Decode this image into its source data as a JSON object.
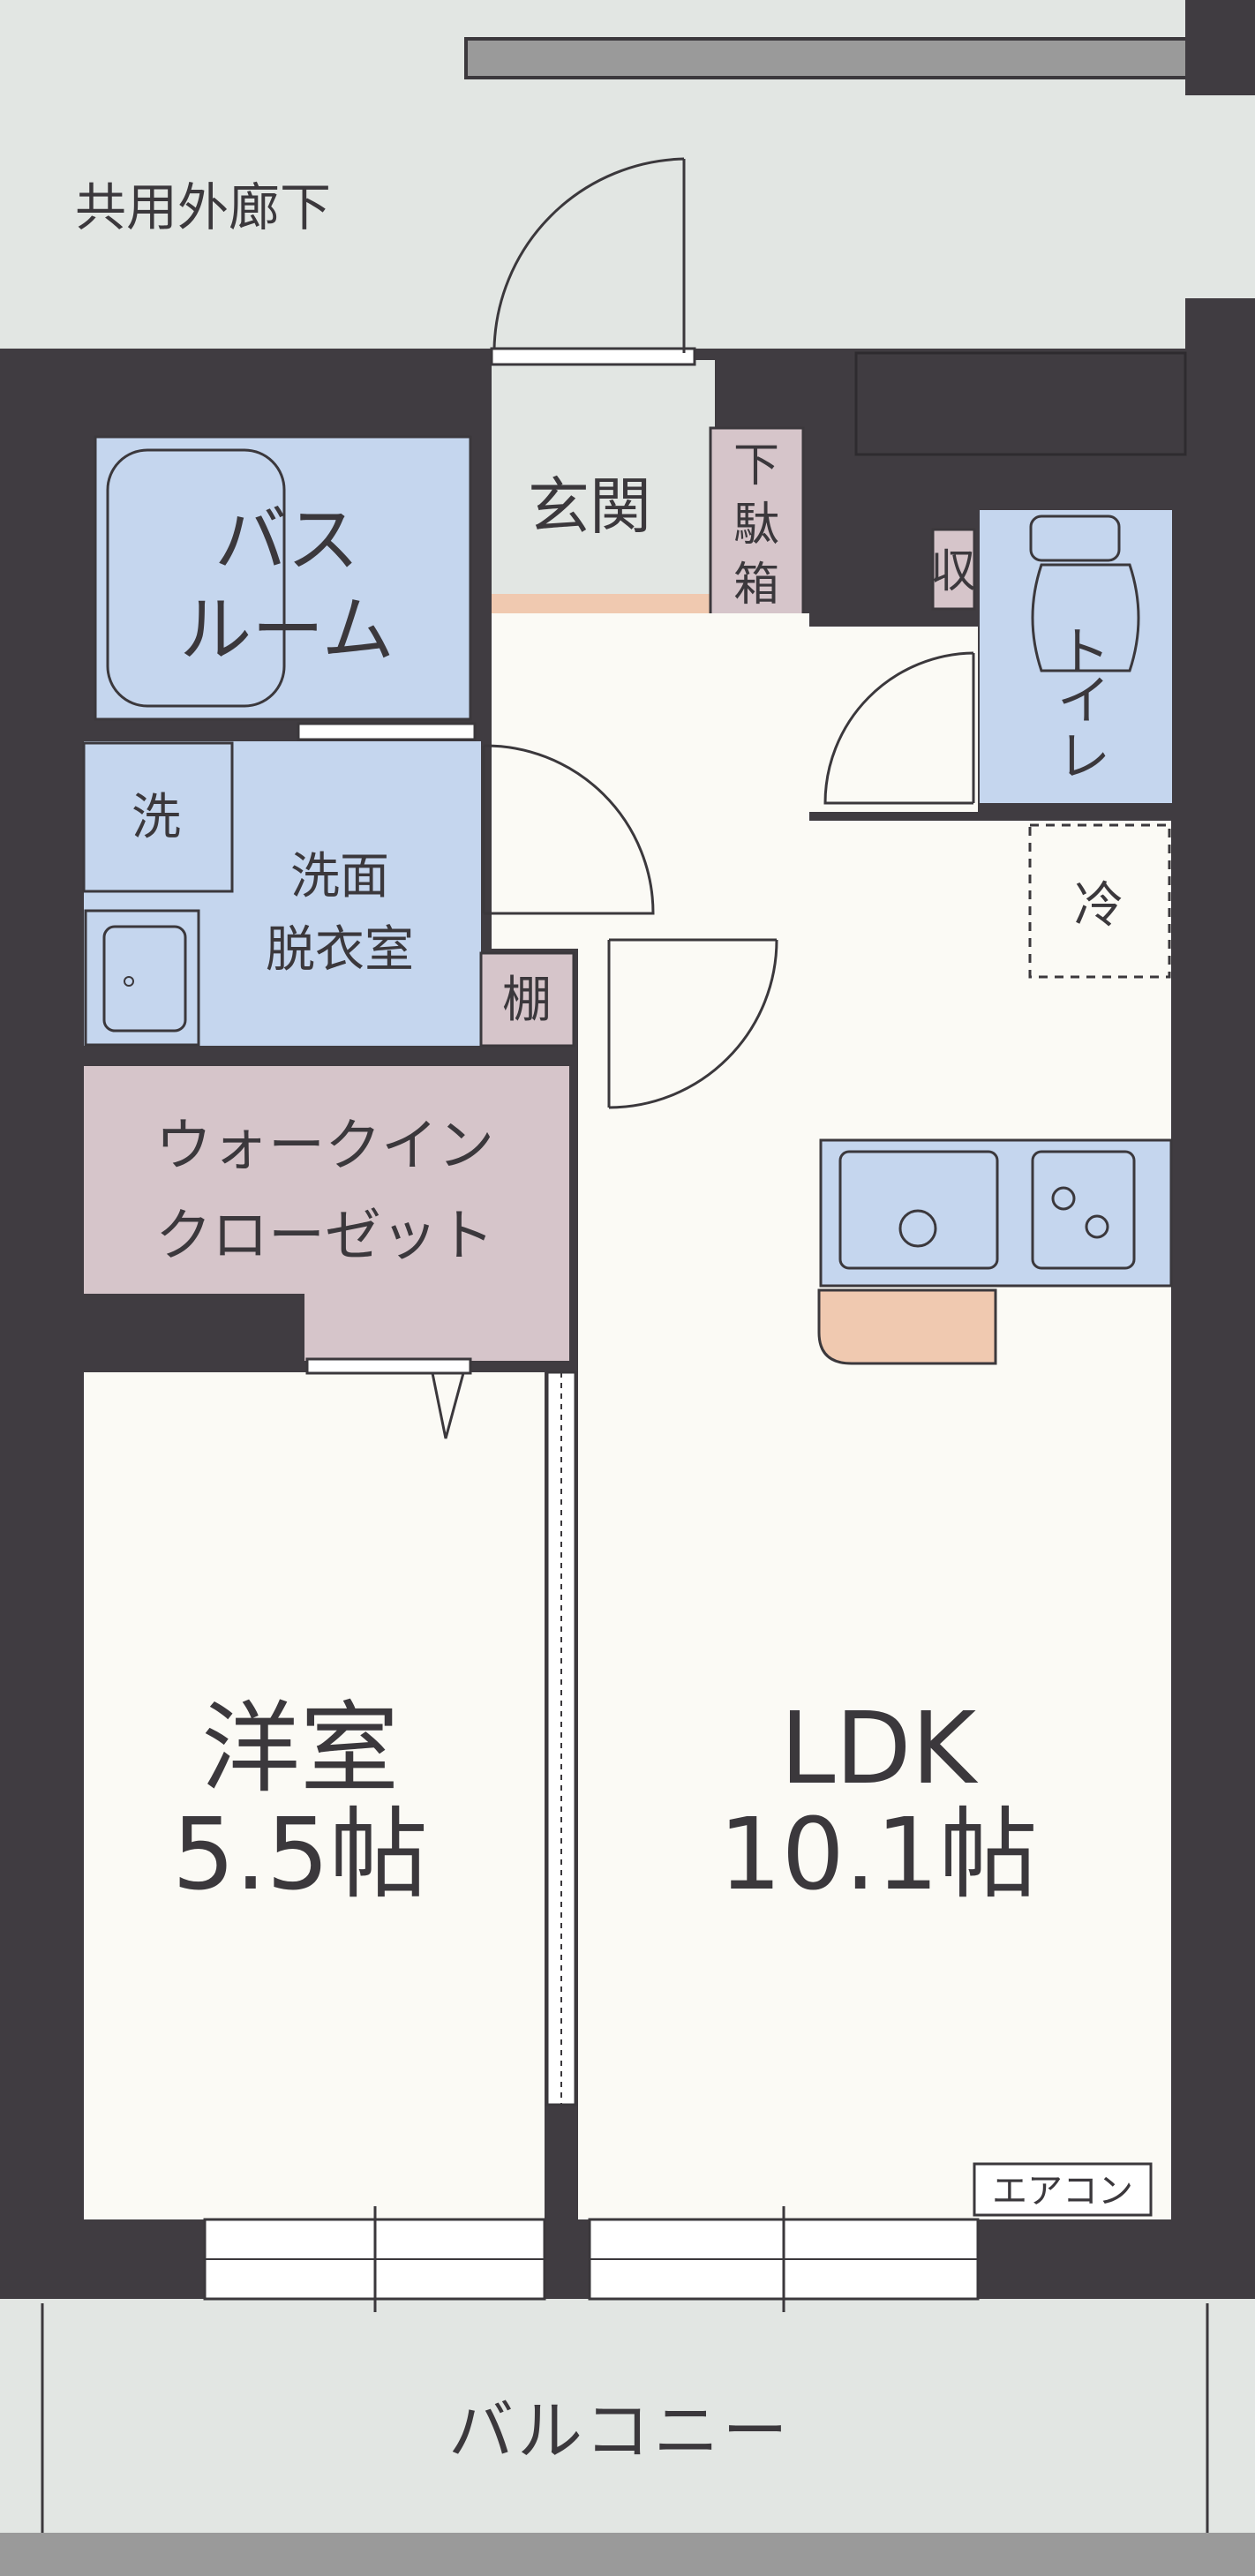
{
  "colors": {
    "wall": "#403c41",
    "corridor": "#e2e6e3",
    "floor": "#fbfaf5",
    "wet": "#c5d6ee",
    "storage": "#d6c5ca",
    "step": "#f0c9b0",
    "line": "#3b383c"
  },
  "areas": {
    "corridor": "共用外廊下",
    "balcony": "バルコニー"
  },
  "rooms": {
    "entrance": "玄関",
    "shoe_box": [
      "下",
      "駄",
      "箱"
    ],
    "storage_small": "収",
    "toilet": [
      "ト",
      "イ",
      "レ"
    ],
    "bath": [
      "バス",
      "ルーム"
    ],
    "washer": "洗",
    "washroom": [
      "洗面",
      "脱衣室"
    ],
    "shelf": "棚",
    "walk_in_closet": [
      "ウォークイン",
      "クローゼット"
    ],
    "fridge": "冷",
    "western_room": {
      "name": "洋室",
      "size": "5.5帖"
    },
    "ldk": {
      "name": "LDK",
      "size": "10.1帖"
    },
    "aircon": "エアコン"
  }
}
